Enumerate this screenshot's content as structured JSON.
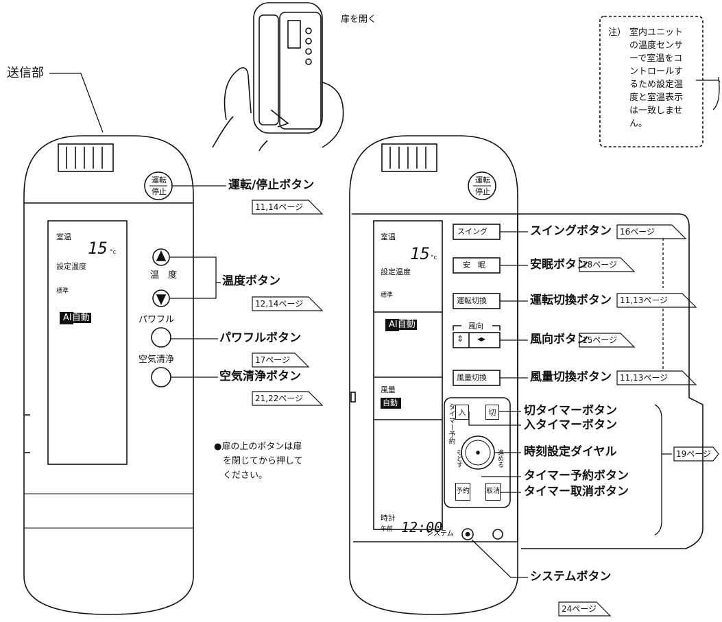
{
  "top_caption": "扉を開く",
  "note": {
    "head": "注）",
    "body": "室内ユニット\nの温度センサ\nーで室温をコ\nントロールす\nるため設定温\n度と室温表示\nは一致しませ\nん。"
  },
  "left_remote": {
    "transmitter_label": "送信部",
    "run_stop": {
      "top": "運転",
      "bottom": "停止"
    },
    "lcd": {
      "room_temp": "室温",
      "temp_value": "15",
      "unit": "°c",
      "set_temp": "設定温度",
      "standard": "標準",
      "mode": "AI自動"
    },
    "temp_label": "温　度",
    "powerful_label": "パワフル",
    "air_clean_label": "空気清浄"
  },
  "right_remote": {
    "run_stop": {
      "top": "運転",
      "bottom": "停止"
    },
    "lcd": {
      "room_temp": "室温",
      "temp_value": "15",
      "unit": "°c",
      "set_temp": "設定温度",
      "standard": "標準",
      "mode": "AI自動",
      "fan_label": "風量",
      "fan_value": "自動",
      "clock_label": "時計",
      "ampm": "午前",
      "time": "12:00"
    },
    "swing_btn": "スイング",
    "sleep_btn": "安　眠",
    "mode_btn": "運転切換",
    "wind_dir_label": "風向",
    "fan_btn": "風量切換",
    "timer_vertical": "タイマー予約",
    "on_btn": "入",
    "off_btn": "切",
    "dial_left": "もどす",
    "dial_right": "進める",
    "reserve_btn": "予約",
    "cancel_btn": "取消",
    "system_label": "システム"
  },
  "callouts": {
    "run_stop": "運転/停止ボタン",
    "run_stop_page": "11,14ページ",
    "temp": "温度ボタン",
    "temp_page": "12,14ページ",
    "powerful": "パワフルボタン",
    "powerful_page": "17ページ",
    "air_clean": "空気清浄ボタン",
    "air_clean_page": "21,22ページ",
    "swing": "スイングボタン",
    "swing_page": "16ページ",
    "sleep": "安眠ボタン",
    "sleep_page": "18ページ",
    "mode": "運転切換ボタン",
    "mode_page": "11,13ページ",
    "wind": "風向ボタン",
    "wind_page": "15ページ",
    "fan": "風量切換ボタン",
    "fan_page": "11,13ページ",
    "off_timer": "切タイマーボタン",
    "on_timer": "入タイマーボタン",
    "clock_dial": "時刻設定ダイヤル",
    "timer_reserve": "タイマー予約ボタン",
    "timer_cancel": "タイマー取消ボタン",
    "timer_page": "19ページ",
    "system": "システムボタン",
    "system_page": "24ページ"
  },
  "bullet_note": "●扉の上のボタンは扉\n　を閉じてから押して\n　ください。"
}
